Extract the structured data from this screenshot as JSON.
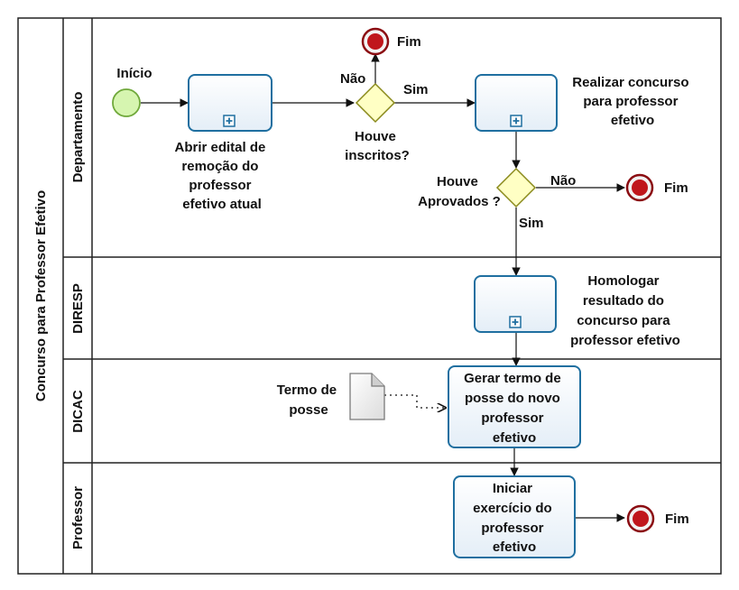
{
  "pool": {
    "label": "Concurso para Professor Efetivo"
  },
  "lanes": [
    {
      "key": "departamento",
      "label": "Departamento"
    },
    {
      "key": "diresp",
      "label": "DIRESP"
    },
    {
      "key": "dicac",
      "label": "DICAC"
    },
    {
      "key": "professor",
      "label": "Professor"
    }
  ],
  "events": {
    "start": {
      "label": "Início"
    },
    "end_no_applicants": {
      "label": "Fim"
    },
    "end_no_approved": {
      "label": "Fim"
    },
    "end_final": {
      "label": "Fim"
    }
  },
  "tasks": {
    "open_notice": {
      "lines": [
        "Abrir edital de",
        "remoção do",
        "professor",
        "efetivo atual"
      ]
    },
    "run_contest": {
      "lines": [
        "Realizar concurso",
        "para professor",
        "efetivo"
      ]
    },
    "homologate": {
      "lines": [
        "Homologar",
        "resultado do",
        "concurso para",
        "professor efetivo"
      ]
    },
    "generate_term": {
      "lines": [
        "Gerar termo de",
        "posse do novo",
        "professor",
        "efetivo"
      ]
    },
    "start_work": {
      "lines": [
        "Iniciar",
        "exercício do",
        "professor",
        "efetivo"
      ]
    }
  },
  "gateways": {
    "applicants": {
      "lines": [
        "Houve",
        "inscritos?"
      ],
      "yes": "Sim",
      "no": "Não"
    },
    "approved": {
      "lines": [
        "Houve",
        "Aprovados ?"
      ],
      "yes": "Sim",
      "no": "Não"
    }
  },
  "artifact": {
    "lines": [
      "Termo de",
      "posse"
    ]
  },
  "colors": {
    "task_border": "#1f6fa0",
    "start_fill": "#d6f5b0",
    "start_stroke": "#6fa83a",
    "end_fill": "#c0161c",
    "gateway_fill": "#ffffc4"
  }
}
